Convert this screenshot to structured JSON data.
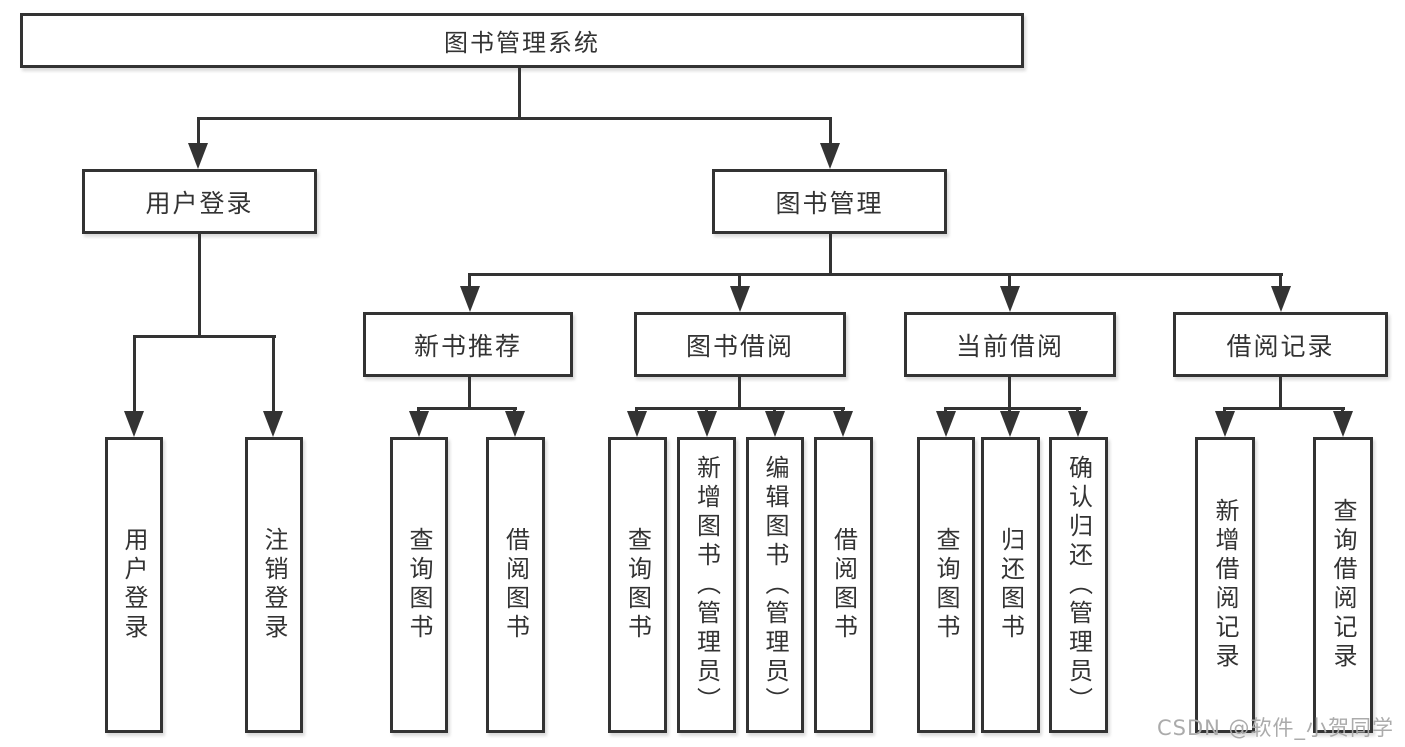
{
  "diagram": {
    "type": "hierarchy-tree",
    "root": {
      "label": "图书管理系统"
    },
    "branches": {
      "user_login": {
        "label": "用户登录",
        "leaves": [
          "用户登录",
          "注销登录"
        ]
      },
      "book_mgmt": {
        "label": "图书管理"
      }
    },
    "groups": {
      "new_book": {
        "label": "新书推荐",
        "leaves": [
          "查询图书",
          "借阅图书"
        ]
      },
      "borrow": {
        "label": "图书借阅",
        "leaves": [
          "查询图书",
          "新增图书（管理员）",
          "编辑图书（管理员）",
          "借阅图书"
        ]
      },
      "current": {
        "label": "当前借阅",
        "leaves": [
          "查询图书",
          "归还图书",
          "确认归还（管理员）"
        ]
      },
      "records": {
        "label": "借阅记录",
        "leaves": [
          "新增借阅记录",
          "查询借阅记录"
        ]
      }
    },
    "colors": {
      "line": "#333333",
      "text": "#333333",
      "box_background": "#ffffff",
      "watermark": "#ababab",
      "background": "#ffffff"
    }
  },
  "watermark": {
    "label": "CSDN @软件_小贺同学"
  }
}
